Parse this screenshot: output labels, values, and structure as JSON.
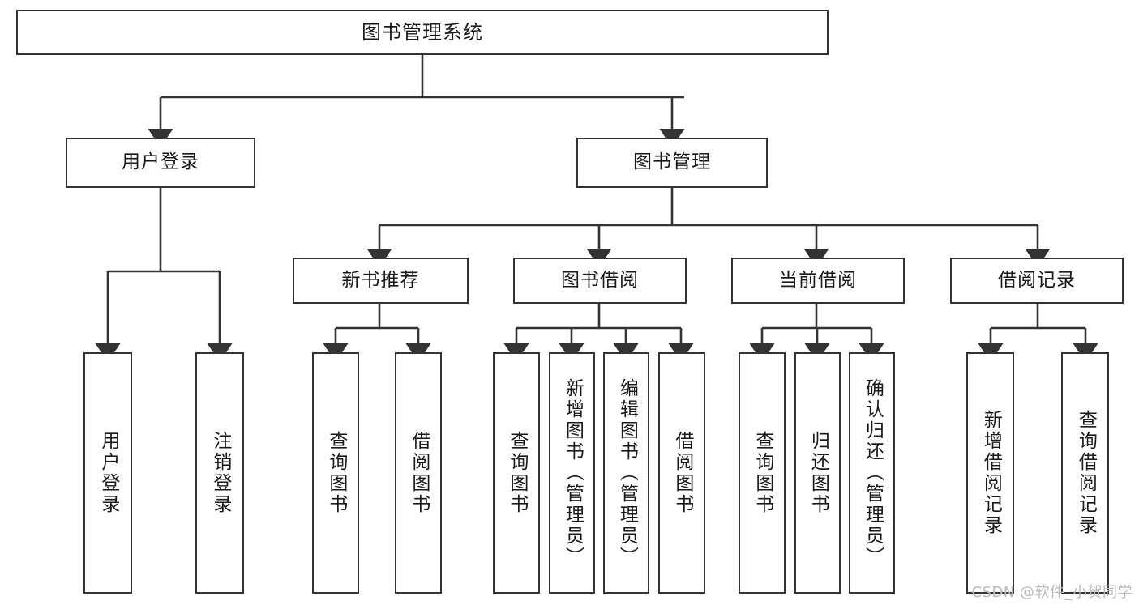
{
  "diagram": {
    "title": "图书管理系统",
    "type": "hierarchy-tree",
    "levels": 4,
    "root": {
      "label": "图书管理系统"
    },
    "level2": [
      {
        "id": "user-login",
        "label": "用户登录"
      },
      {
        "id": "book-management",
        "label": "图书管理"
      }
    ],
    "level3": [
      {
        "id": "new-book-recommend",
        "label": "新书推荐"
      },
      {
        "id": "book-borrow",
        "label": "图书借阅"
      },
      {
        "id": "current-borrow",
        "label": "当前借阅"
      },
      {
        "id": "borrow-record",
        "label": "借阅记录"
      }
    ],
    "leaves": [
      {
        "id": "leaf-user-login",
        "label": "用户登录",
        "parent": "user-login"
      },
      {
        "id": "leaf-user-logout",
        "label": "注销登录",
        "parent": "user-login"
      },
      {
        "id": "leaf-query-book-1",
        "label": "查询图书",
        "parent": "new-book-recommend"
      },
      {
        "id": "leaf-borrow-book-1",
        "label": "借阅图书",
        "parent": "new-book-recommend"
      },
      {
        "id": "leaf-query-book-2",
        "label": "查询图书",
        "parent": "book-borrow"
      },
      {
        "id": "leaf-add-book",
        "label": "新增图书（管理员）",
        "parent": "book-borrow"
      },
      {
        "id": "leaf-edit-book",
        "label": "编辑图书（管理员）",
        "parent": "book-borrow"
      },
      {
        "id": "leaf-borrow-book-2",
        "label": "借阅图书",
        "parent": "book-borrow"
      },
      {
        "id": "leaf-query-book-3",
        "label": "查询图书",
        "parent": "current-borrow"
      },
      {
        "id": "leaf-return-book",
        "label": "归还图书",
        "parent": "current-borrow"
      },
      {
        "id": "leaf-confirm-return",
        "label": "确认归还（管理员）",
        "parent": "current-borrow"
      },
      {
        "id": "leaf-add-record",
        "label": "新增借阅记录",
        "parent": "borrow-record"
      },
      {
        "id": "leaf-query-record",
        "label": "查询借阅记录",
        "parent": "borrow-record"
      }
    ],
    "colors": {
      "border": "#333333",
      "background": "#ffffff",
      "text": "#1a1a1a",
      "edge": "#333333",
      "watermark": "#b9b9b9"
    }
  },
  "watermark": {
    "text": "CSDN @软件_小贺同学"
  }
}
